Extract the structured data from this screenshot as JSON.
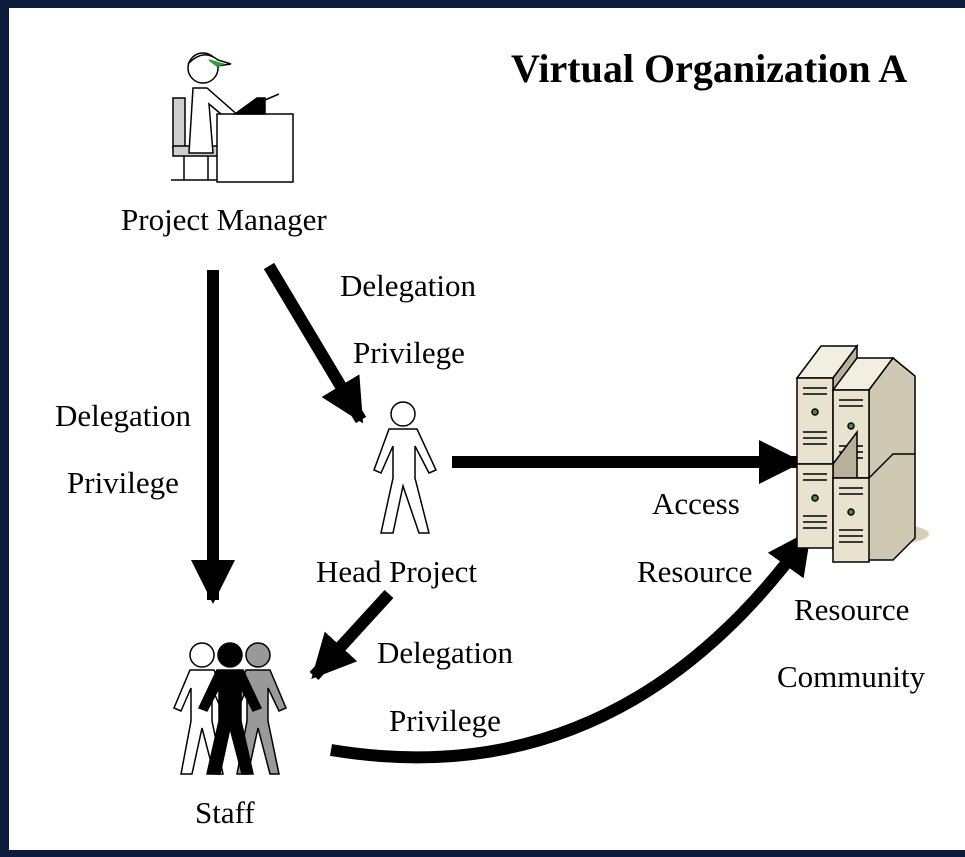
{
  "title": "Virtual Organization A",
  "nodes": {
    "project_manager": {
      "label": "Project Manager",
      "icon": "project-manager-at-desk-icon"
    },
    "head_project": {
      "label": "Head Project",
      "icon": "person-outline-icon"
    },
    "staff": {
      "label": "Staff",
      "icon": "people-group-icon"
    },
    "resource_community": {
      "label_line1": "Resource",
      "label_line2": "Community",
      "icon": "server-cluster-icon"
    }
  },
  "edges": {
    "pm_to_staff": {
      "line1": "Delegation",
      "line2": "Privilege"
    },
    "pm_to_head": {
      "line1": "Delegation",
      "line2": "Privilege"
    },
    "head_to_staff": {
      "line1": "Delegation",
      "line2": "Privilege"
    },
    "access_resource": {
      "line1": "Access",
      "line2": "Resource"
    }
  },
  "colors": {
    "background": "#0c1a3c",
    "canvas": "#ffffff",
    "arrow": "#000000",
    "server_beige": "#e8e2cf",
    "server_shadow": "#b8b09a",
    "visor_green": "#2e9e3e"
  }
}
